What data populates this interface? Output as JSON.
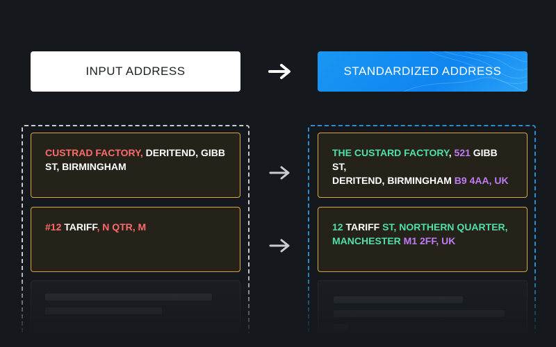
{
  "header": {
    "input_label": "INPUT ADDRESS",
    "output_label": "STANDARDIZED ADDRESS"
  },
  "colors": {
    "input_issue": "#ff6b6b",
    "corrected": "#4fe0a8",
    "added": "#c07cf7",
    "card_border": "#e0a83a",
    "accent": "#1a96f3"
  },
  "icons": [
    "arrow-right-icon"
  ],
  "input_cards": [
    {
      "line1": [
        {
          "text": "CUSTRAD FACTORY,",
          "style": "red"
        },
        {
          "text": " DERITEND, GIBB",
          "style": "white"
        }
      ],
      "line2": [
        {
          "text": "ST, BIRMINGHAM",
          "style": "white"
        }
      ]
    },
    {
      "line1": [
        {
          "text": "#12",
          "style": "red"
        },
        {
          "text": " TARIFF",
          "style": "white"
        },
        {
          "text": ", N QTR, M",
          "style": "red"
        }
      ],
      "line2": []
    }
  ],
  "output_cards": [
    {
      "line1": [
        {
          "text": "THE CUSTARD FACTORY",
          "style": "green"
        },
        {
          "text": ", ",
          "style": "white"
        },
        {
          "text": "521",
          "style": "purple"
        },
        {
          "text": " GIBB ST,",
          "style": "white"
        }
      ],
      "line2": [
        {
          "text": "DERITEND, BIRMINGHAM ",
          "style": "white"
        },
        {
          "text": "B9 4AA, UK",
          "style": "purple"
        }
      ]
    },
    {
      "line1": [
        {
          "text": "12",
          "style": "green"
        },
        {
          "text": " TARIFF ",
          "style": "white"
        },
        {
          "text": "ST, NORTHERN QUARTER,",
          "style": "green"
        }
      ],
      "line2": [
        {
          "text": "MANCHESTER ",
          "style": "green"
        },
        {
          "text": "M1 2FF, UK",
          "style": "purple"
        }
      ]
    }
  ]
}
